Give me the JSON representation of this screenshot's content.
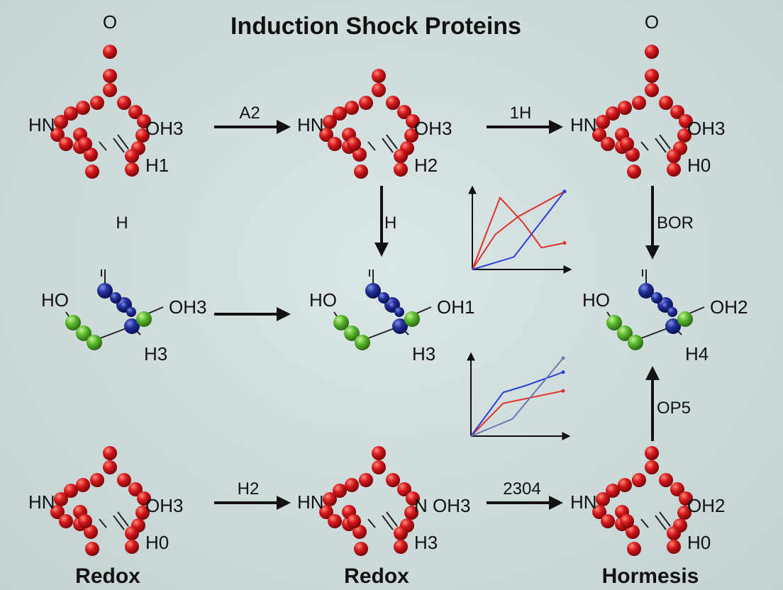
{
  "title": "Induction Shock Proteins",
  "footer": [
    "Redox",
    "Redox",
    "Hormesis"
  ],
  "colors": {
    "background": "#cfdcdc",
    "atom_red": "#d0121a",
    "atom_blue": "#1d2a8c",
    "atom_green": "#59b82e",
    "line_red": "#e0302a",
    "line_blue": "#2b3fd6",
    "line_gray": "#6a7ab0"
  },
  "molecules_red": [
    {
      "top": "O",
      "left": "HN",
      "right": "OH3",
      "bottom": "H1"
    },
    {
      "top": "",
      "left": "HN",
      "right": "OH3",
      "bottom": "H2"
    },
    {
      "top": "O",
      "left": "HN",
      "right": "OH3",
      "bottom": "H0"
    },
    {
      "top": "",
      "left": "HN",
      "right": "OH3",
      "bottom": "H0"
    },
    {
      "top": "",
      "left": "HN",
      "right": "N OH3",
      "bottom": "H3"
    },
    {
      "top": "",
      "left": "HN",
      "right": "OH2",
      "bottom": "H0"
    }
  ],
  "molecules_small": [
    {
      "left": "HO",
      "right": "OH3",
      "bottom": "H3"
    },
    {
      "left": "HO",
      "right": "OH1",
      "bottom": "H3"
    },
    {
      "left": "HO",
      "right": "OH2",
      "bottom": "H4"
    }
  ],
  "arrows": {
    "top_1": "A2",
    "top_2": "1H",
    "down_middle": "H",
    "down_right": "BOR",
    "up_right": "OP5",
    "bottom_1": "H2",
    "bottom_2": "2304",
    "stray_left": "H"
  },
  "mini_charts": [
    {
      "type": "line",
      "series": [
        {
          "color": "red",
          "points": [
            [
              0,
              0
            ],
            [
              0.3,
              0.92
            ],
            [
              0.55,
              0.6
            ],
            [
              0.75,
              0.28
            ],
            [
              1,
              0.34
            ]
          ]
        },
        {
          "color": "red",
          "points": [
            [
              0,
              0
            ],
            [
              0.25,
              0.45
            ],
            [
              0.5,
              0.68
            ],
            [
              1,
              1
            ]
          ]
        },
        {
          "color": "blue",
          "points": [
            [
              0,
              0
            ],
            [
              0.45,
              0.16
            ],
            [
              1,
              1
            ]
          ]
        }
      ]
    },
    {
      "type": "line",
      "series": [
        {
          "color": "red",
          "points": [
            [
              0,
              0
            ],
            [
              0.35,
              0.42
            ],
            [
              1,
              0.58
            ]
          ]
        },
        {
          "color": "blue",
          "points": [
            [
              0,
              0
            ],
            [
              0.35,
              0.56
            ],
            [
              0.6,
              0.65
            ],
            [
              1,
              0.82
            ]
          ]
        },
        {
          "color": "gray",
          "points": [
            [
              0,
              0
            ],
            [
              0.45,
              0.22
            ],
            [
              1,
              1
            ]
          ]
        }
      ]
    }
  ]
}
